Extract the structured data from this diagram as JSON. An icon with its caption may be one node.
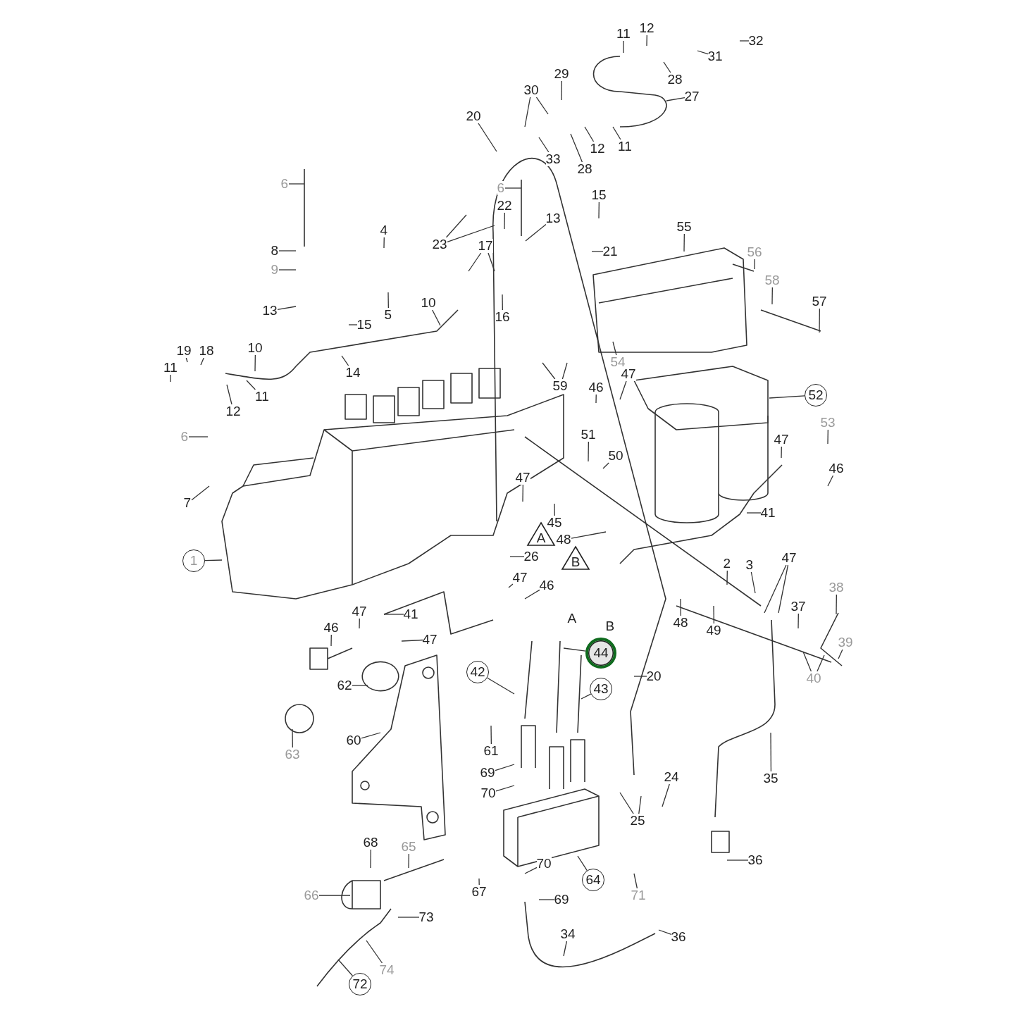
{
  "diagram": {
    "nodes": [
      {
        "text": [
          "11"
        ]
      },
      {
        "text": [
          "12"
        ]
      },
      {
        "text": [
          "32"
        ]
      },
      {
        "text": [
          "31"
        ]
      },
      {
        "text": [
          "28"
        ]
      },
      {
        "text": [
          "29"
        ]
      },
      {
        "text": [
          "30"
        ]
      },
      {
        "text": [
          "27"
        ]
      },
      {
        "text": [
          "20"
        ]
      },
      {
        "text": [
          "33"
        ]
      },
      {
        "text": [
          "12"
        ]
      },
      {
        "text": [
          "11"
        ]
      },
      {
        "text": [
          "28"
        ]
      },
      {
        "text": [
          "6"
        ]
      },
      {
        "text": [
          "6"
        ]
      },
      {
        "text": [
          "22"
        ]
      },
      {
        "text": [
          "13"
        ]
      },
      {
        "text": [
          "15"
        ]
      },
      {
        "text": [
          "23"
        ]
      },
      {
        "text": [
          "55"
        ]
      },
      {
        "text": [
          "56"
        ]
      },
      {
        "text": [
          "21"
        ]
      },
      {
        "text": [
          "8"
        ]
      },
      {
        "text": [
          "4"
        ]
      },
      {
        "text": [
          "9"
        ]
      },
      {
        "text": [
          "17"
        ]
      },
      {
        "text": [
          "58"
        ]
      },
      {
        "text": [
          "57"
        ]
      },
      {
        "text": [
          "5"
        ]
      },
      {
        "text": [
          "10"
        ]
      },
      {
        "text": [
          "13"
        ]
      },
      {
        "text": [
          "16"
        ]
      },
      {
        "text": [
          "15"
        ]
      },
      {
        "text": [
          "54"
        ]
      },
      {
        "text": [
          "10"
        ]
      },
      {
        "text": [
          "19"
        ]
      },
      {
        "text": [
          "18"
        ]
      },
      {
        "text": [
          "14"
        ]
      },
      {
        "text": [
          "11"
        ]
      },
      {
        "text": [
          "12"
        ]
      },
      {
        "text": [
          "11"
        ]
      },
      {
        "text": [
          "59"
        ]
      },
      {
        "text": [
          "46"
        ]
      },
      {
        "text": [
          "47"
        ]
      },
      {
        "text": [
          "52"
        ]
      },
      {
        "text": [
          "6"
        ]
      },
      {
        "text": [
          "53"
        ]
      },
      {
        "text": [
          "51"
        ]
      },
      {
        "text": [
          "50"
        ]
      },
      {
        "text": [
          "47"
        ]
      },
      {
        "text": [
          "46"
        ]
      },
      {
        "text": [
          "7"
        ]
      },
      {
        "text": [
          "47"
        ]
      },
      {
        "text": [
          "45"
        ]
      },
      {
        "text": [
          "41"
        ]
      },
      {
        "text": [
          "A"
        ]
      },
      {
        "text": [
          "48"
        ]
      },
      {
        "text": [
          "B"
        ]
      },
      {
        "text": [
          "1"
        ]
      },
      {
        "text": [
          "26"
        ]
      },
      {
        "text": [
          "2"
        ]
      },
      {
        "text": [
          "3"
        ]
      },
      {
        "text": [
          "47"
        ]
      },
      {
        "text": [
          "47"
        ]
      },
      {
        "text": [
          "46"
        ]
      },
      {
        "text": [
          "38"
        ]
      },
      {
        "text": [
          "37"
        ]
      },
      {
        "text": [
          "48"
        ]
      },
      {
        "text": [
          "49"
        ]
      },
      {
        "text": [
          "47"
        ]
      },
      {
        "text": [
          "41"
        ]
      },
      {
        "text": [
          "46"
        ]
      },
      {
        "text": [
          "47"
        ]
      },
      {
        "text": [
          "20"
        ]
      },
      {
        "text": [
          "44"
        ]
      },
      {
        "text": [
          "39"
        ]
      },
      {
        "text": [
          "40"
        ]
      },
      {
        "text": [
          "42"
        ]
      },
      {
        "text": [
          "62"
        ]
      },
      {
        "text": [
          "43"
        ]
      },
      {
        "text": [
          "63"
        ]
      },
      {
        "text": [
          "35"
        ]
      },
      {
        "text": [
          "60"
        ]
      },
      {
        "text": [
          "61"
        ]
      },
      {
        "text": [
          "69"
        ]
      },
      {
        "text": [
          "24"
        ]
      },
      {
        "text": [
          "70"
        ]
      },
      {
        "text": [
          "25"
        ]
      },
      {
        "text": [
          "68"
        ]
      },
      {
        "text": [
          "65"
        ]
      },
      {
        "text": [
          "36"
        ]
      },
      {
        "text": [
          "70"
        ]
      },
      {
        "text": [
          "67"
        ]
      },
      {
        "text": [
          "64"
        ]
      },
      {
        "text": [
          "71"
        ]
      },
      {
        "text": [
          "66"
        ]
      },
      {
        "text": [
          "69"
        ]
      },
      {
        "text": [
          "73"
        ]
      },
      {
        "text": [
          "34"
        ]
      },
      {
        "text": [
          "36"
        ]
      },
      {
        "text": [
          "74"
        ]
      },
      {
        "text": [
          "72"
        ]
      }
    ],
    "edges": [
      {
        "from": 0,
        "to": null,
        "arrow": "none"
      },
      {
        "from": 1,
        "to": null,
        "arrow": "none"
      },
      {
        "from": 2,
        "to": null,
        "arrow": "none"
      },
      {
        "from": 3,
        "to": null,
        "arrow": "none"
      },
      {
        "from": 4,
        "to": null,
        "arrow": "none"
      },
      {
        "from": 5,
        "to": null,
        "arrow": "none"
      },
      {
        "from": 6,
        "to": null,
        "arrow": "none"
      },
      {
        "from": 6,
        "to": null,
        "arrow": "none"
      },
      {
        "from": 7,
        "to": null,
        "arrow": "none"
      },
      {
        "from": 8,
        "to": null,
        "arrow": "none"
      },
      {
        "from": 9,
        "to": null,
        "arrow": "none"
      },
      {
        "from": 10,
        "to": null,
        "arrow": "none"
      },
      {
        "from": 11,
        "to": null,
        "arrow": "none"
      },
      {
        "from": 12,
        "to": null,
        "arrow": "none"
      },
      {
        "from": 13,
        "to": null,
        "arrow": "none"
      },
      {
        "from": 14,
        "to": null,
        "arrow": "none"
      },
      {
        "from": 15,
        "to": null,
        "arrow": "none"
      },
      {
        "from": 16,
        "to": null,
        "arrow": "none"
      },
      {
        "from": 17,
        "to": null,
        "arrow": "none"
      },
      {
        "from": 18,
        "to": null,
        "arrow": "none"
      },
      {
        "from": 18,
        "to": null,
        "arrow": "none"
      },
      {
        "from": 19,
        "to": null,
        "arrow": "none"
      },
      {
        "from": 20,
        "to": null,
        "arrow": "none"
      },
      {
        "from": 21,
        "to": null,
        "arrow": "none"
      },
      {
        "from": 22,
        "to": null,
        "arrow": "none"
      },
      {
        "from": 23,
        "to": null,
        "arrow": "none"
      },
      {
        "from": 24,
        "to": null,
        "arrow": "none"
      },
      {
        "from": 25,
        "to": null,
        "arrow": "none"
      },
      {
        "from": 25,
        "to": null,
        "arrow": "none"
      },
      {
        "from": 26,
        "to": null,
        "arrow": "none"
      },
      {
        "from": 27,
        "to": null,
        "arrow": "none"
      },
      {
        "from": 28,
        "to": null,
        "arrow": "none"
      },
      {
        "from": 29,
        "to": null,
        "arrow": "none"
      },
      {
        "from": 30,
        "to": null,
        "arrow": "none"
      },
      {
        "from": 31,
        "to": null,
        "arrow": "none"
      },
      {
        "from": 32,
        "to": null,
        "arrow": "none"
      },
      {
        "from": 33,
        "to": null,
        "arrow": "none"
      },
      {
        "from": 34,
        "to": null,
        "arrow": "none"
      },
      {
        "from": 35,
        "to": null,
        "arrow": "none"
      },
      {
        "from": 36,
        "to": null,
        "arrow": "none"
      },
      {
        "from": 37,
        "to": null,
        "arrow": "none"
      },
      {
        "from": 38,
        "to": null,
        "arrow": "none"
      },
      {
        "from": 39,
        "to": null,
        "arrow": "none"
      },
      {
        "from": 40,
        "to": null,
        "arrow": "none"
      },
      {
        "from": 41,
        "to": null,
        "arrow": "none"
      },
      {
        "from": 41,
        "to": null,
        "arrow": "none"
      },
      {
        "from": 42,
        "to": null,
        "arrow": "none"
      },
      {
        "from": 43,
        "to": null,
        "arrow": "none"
      },
      {
        "from": 44,
        "to": null,
        "arrow": "none"
      },
      {
        "from": 45,
        "to": null,
        "arrow": "none"
      },
      {
        "from": 46,
        "to": null,
        "arrow": "none"
      },
      {
        "from": 47,
        "to": null,
        "arrow": "none"
      },
      {
        "from": 48,
        "to": null,
        "arrow": "none"
      },
      {
        "from": 49,
        "to": null,
        "arrow": "none"
      },
      {
        "from": 50,
        "to": null,
        "arrow": "none"
      },
      {
        "from": 51,
        "to": null,
        "arrow": "none"
      },
      {
        "from": 52,
        "to": null,
        "arrow": "none"
      },
      {
        "from": 53,
        "to": null,
        "arrow": "none"
      },
      {
        "from": 54,
        "to": null,
        "arrow": "none"
      },
      {
        "from": 56,
        "to": null,
        "arrow": "none"
      },
      {
        "from": 58,
        "to": null,
        "arrow": "none"
      },
      {
        "from": 59,
        "to": null,
        "arrow": "none"
      },
      {
        "from": 60,
        "to": null,
        "arrow": "none"
      },
      {
        "from": 61,
        "to": null,
        "arrow": "none"
      },
      {
        "from": 62,
        "to": null,
        "arrow": "none"
      },
      {
        "from": 62,
        "to": null,
        "arrow": "none"
      },
      {
        "from": 63,
        "to": null,
        "arrow": "none"
      },
      {
        "from": 64,
        "to": null,
        "arrow": "none"
      },
      {
        "from": 65,
        "to": null,
        "arrow": "none"
      },
      {
        "from": 66,
        "to": null,
        "arrow": "none"
      },
      {
        "from": 67,
        "to": null,
        "arrow": "none"
      },
      {
        "from": 68,
        "to": null,
        "arrow": "none"
      },
      {
        "from": 69,
        "to": null,
        "arrow": "none"
      },
      {
        "from": 70,
        "to": null,
        "arrow": "none"
      },
      {
        "from": 71,
        "to": null,
        "arrow": "none"
      },
      {
        "from": 72,
        "to": null,
        "arrow": "none"
      },
      {
        "from": 73,
        "to": null,
        "arrow": "none"
      },
      {
        "from": 74,
        "to": null,
        "arrow": "none"
      },
      {
        "from": 75,
        "to": null,
        "arrow": "none"
      },
      {
        "from": 76,
        "to": null,
        "arrow": "none"
      },
      {
        "from": 76,
        "to": null,
        "arrow": "none"
      },
      {
        "from": 77,
        "to": null,
        "arrow": "none"
      },
      {
        "from": 78,
        "to": null,
        "arrow": "none"
      },
      {
        "from": 79,
        "to": null,
        "arrow": "none"
      },
      {
        "from": 80,
        "to": null,
        "arrow": "none"
      },
      {
        "from": 81,
        "to": null,
        "arrow": "none"
      },
      {
        "from": 82,
        "to": null,
        "arrow": "none"
      },
      {
        "from": 83,
        "to": null,
        "arrow": "none"
      },
      {
        "from": 84,
        "to": null,
        "arrow": "none"
      },
      {
        "from": 85,
        "to": null,
        "arrow": "none"
      },
      {
        "from": 86,
        "to": null,
        "arrow": "none"
      },
      {
        "from": 87,
        "to": null,
        "arrow": "none"
      },
      {
        "from": 87,
        "to": null,
        "arrow": "none"
      },
      {
        "from": 88,
        "to": null,
        "arrow": "none"
      },
      {
        "from": 89,
        "to": null,
        "arrow": "none"
      },
      {
        "from": 90,
        "to": null,
        "arrow": "none"
      },
      {
        "from": 91,
        "to": null,
        "arrow": "none"
      },
      {
        "from": 92,
        "to": null,
        "arrow": "none"
      },
      {
        "from": 93,
        "to": null,
        "arrow": "none"
      },
      {
        "from": 94,
        "to": null,
        "arrow": "none"
      },
      {
        "from": 95,
        "to": null,
        "arrow": "none"
      },
      {
        "from": 96,
        "to": null,
        "arrow": "none"
      },
      {
        "from": 97,
        "to": null,
        "arrow": "none"
      },
      {
        "from": 98,
        "to": null,
        "arrow": "none"
      },
      {
        "from": 99,
        "to": null,
        "arrow": "none"
      },
      {
        "from": 100,
        "to": null,
        "arrow": "none"
      },
      {
        "from": 101,
        "to": null,
        "arrow": "none"
      }
    ],
    "labels": [
      "A",
      "B"
    ]
  }
}
